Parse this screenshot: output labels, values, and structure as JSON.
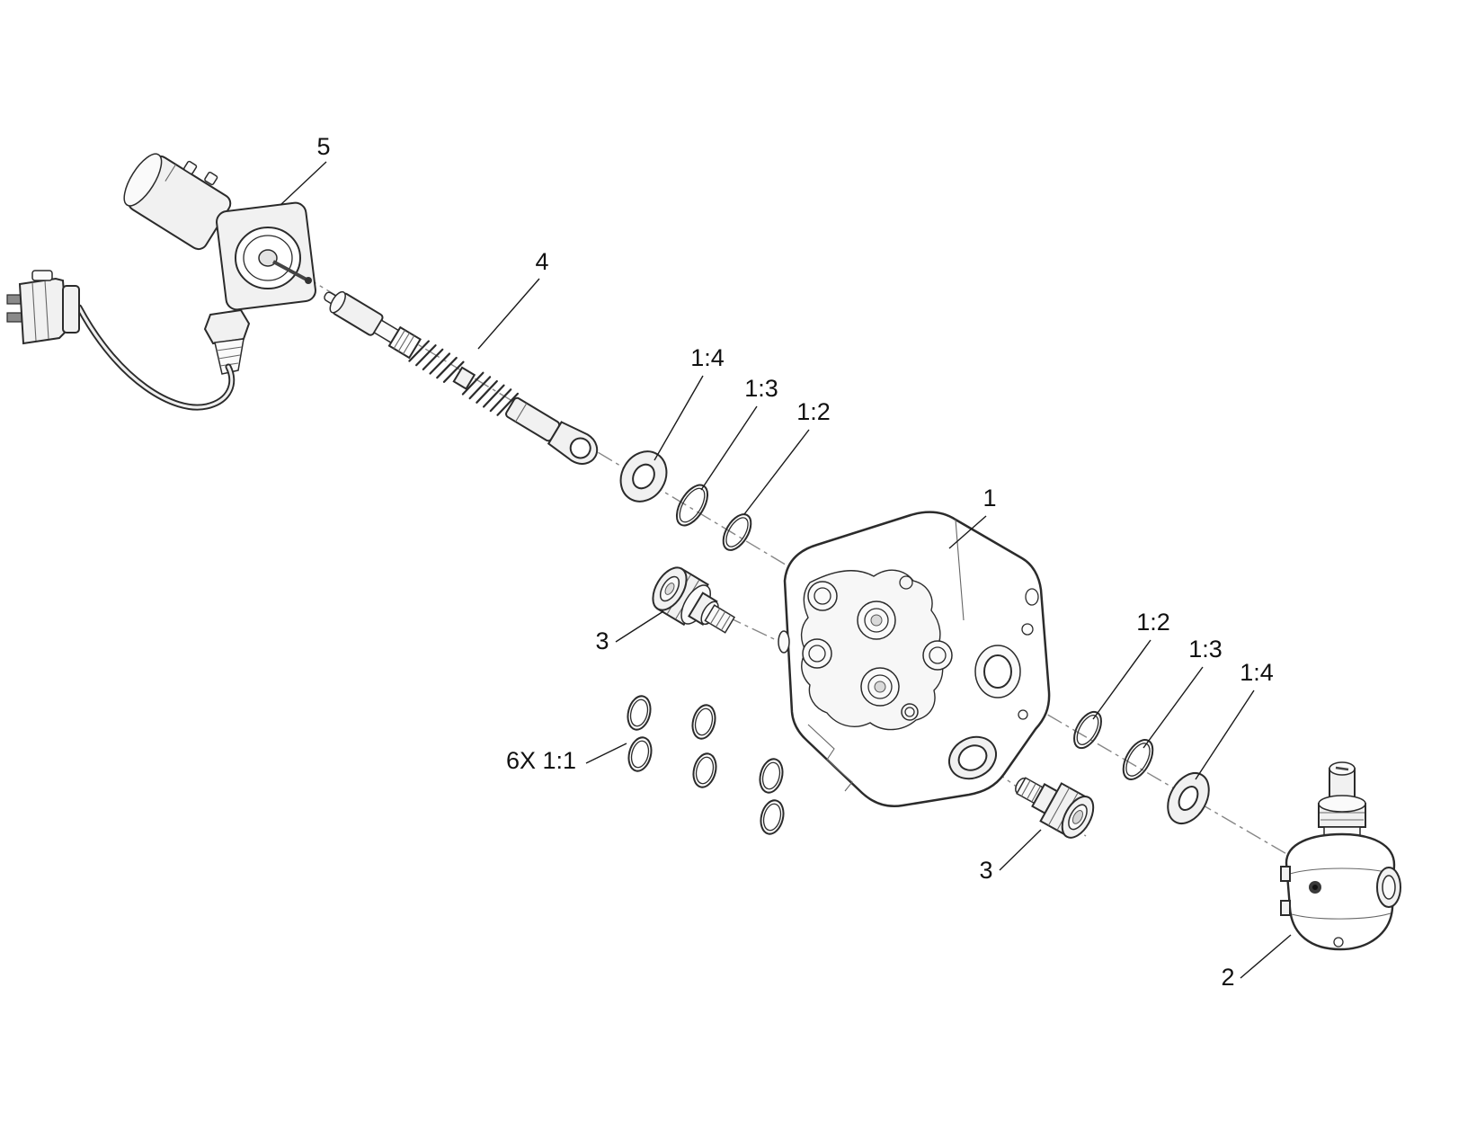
{
  "diagram": {
    "type": "exploded-parts-diagram",
    "background_color": "#ffffff",
    "line_color": "#2b2b2b",
    "centerline_color": "#868686",
    "callouts": {
      "part5": "5",
      "part4": "4",
      "seal14_left": "1:4",
      "seal13_left": "1:3",
      "seal12_left": "1:2",
      "part1": "1",
      "part3_left": "3",
      "orings6x": "6X 1:1",
      "seal12_right": "1:2",
      "seal13_right": "1:3",
      "seal14_right": "1:4",
      "part3_right": "3",
      "part2": "2"
    }
  }
}
